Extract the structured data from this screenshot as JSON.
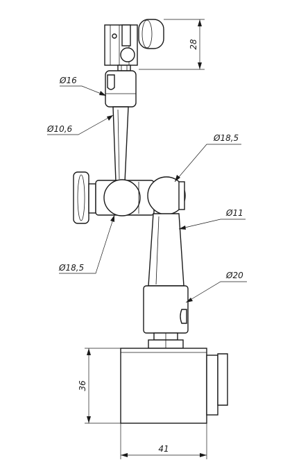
{
  "dimensions": {
    "clamp_height": "28",
    "joint_diameter_top": "Ø16",
    "upper_arm_diameter": "Ø10,6",
    "right_joint_diameter": "Ø18,5",
    "left_joint_diameter": "Ø18,5",
    "lower_arm_diameter": "Ø11",
    "base_collar_diameter": "Ø20",
    "base_height": "36",
    "base_width": "41"
  }
}
